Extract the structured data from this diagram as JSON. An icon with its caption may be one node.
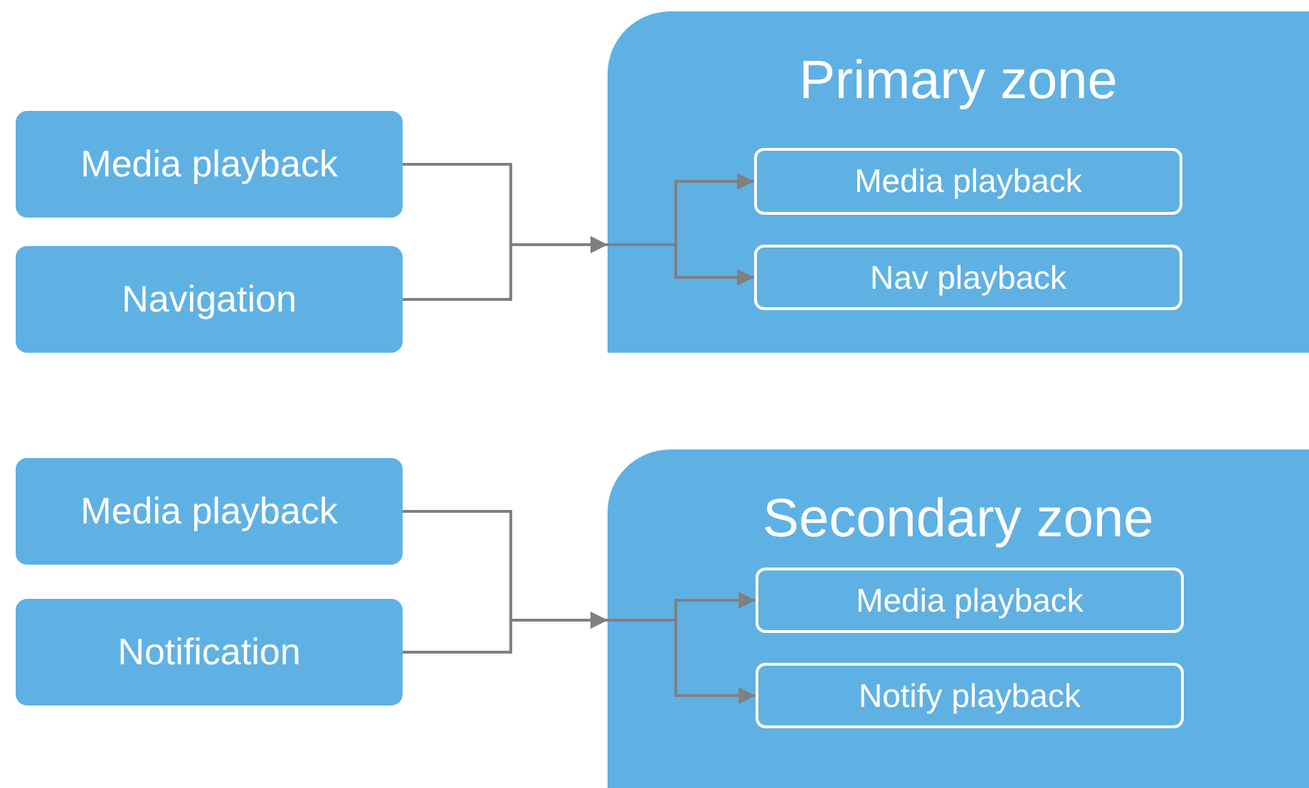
{
  "diagram": {
    "nodes": [
      {
        "text": [
          "Media playback"
        ]
      },
      {
        "text": [
          "Navigation"
        ]
      },
      {
        "text": [
          "Primary zone"
        ]
      },
      {
        "text": [
          "Media playback"
        ],
        "in": 2
      },
      {
        "text": [
          "Nav playback"
        ],
        "in": 2
      },
      {
        "text": [
          "Media playback"
        ]
      },
      {
        "text": [
          "Notification"
        ]
      },
      {
        "text": [
          "Secondary zone"
        ]
      },
      {
        "text": [
          "Media playback"
        ],
        "in": 7
      },
      {
        "text": [
          "Notify playback"
        ],
        "in": 7
      }
    ],
    "edges": [
      {
        "from": 0,
        "to": 2,
        "arrow": "to"
      },
      {
        "from": 1,
        "to": 2,
        "arrow": "to"
      },
      {
        "from": 2,
        "to": 3,
        "arrow": "to"
      },
      {
        "from": 2,
        "to": 4,
        "arrow": "to"
      },
      {
        "from": 5,
        "to": 7,
        "arrow": "to"
      },
      {
        "from": 6,
        "to": 7,
        "arrow": "to"
      },
      {
        "from": 7,
        "to": 8,
        "arrow": "to"
      },
      {
        "from": 7,
        "to": 9,
        "arrow": "to"
      }
    ]
  }
}
